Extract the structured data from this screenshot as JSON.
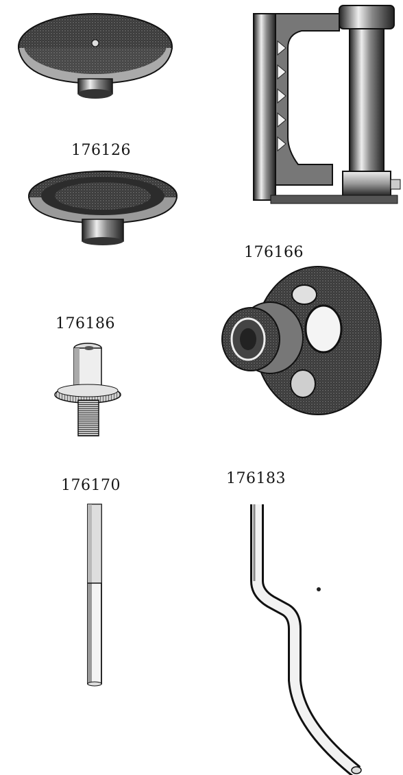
{
  "labels": {
    "part_176126": "176126",
    "part_176166": "176166",
    "part_176186": "176186",
    "part_176170": "176170",
    "part_176183": "176183"
  },
  "colors": {
    "ink": "#151515",
    "mid": "#5a5a5a",
    "light": "#b8b8b8",
    "paper": "#ffffff"
  }
}
